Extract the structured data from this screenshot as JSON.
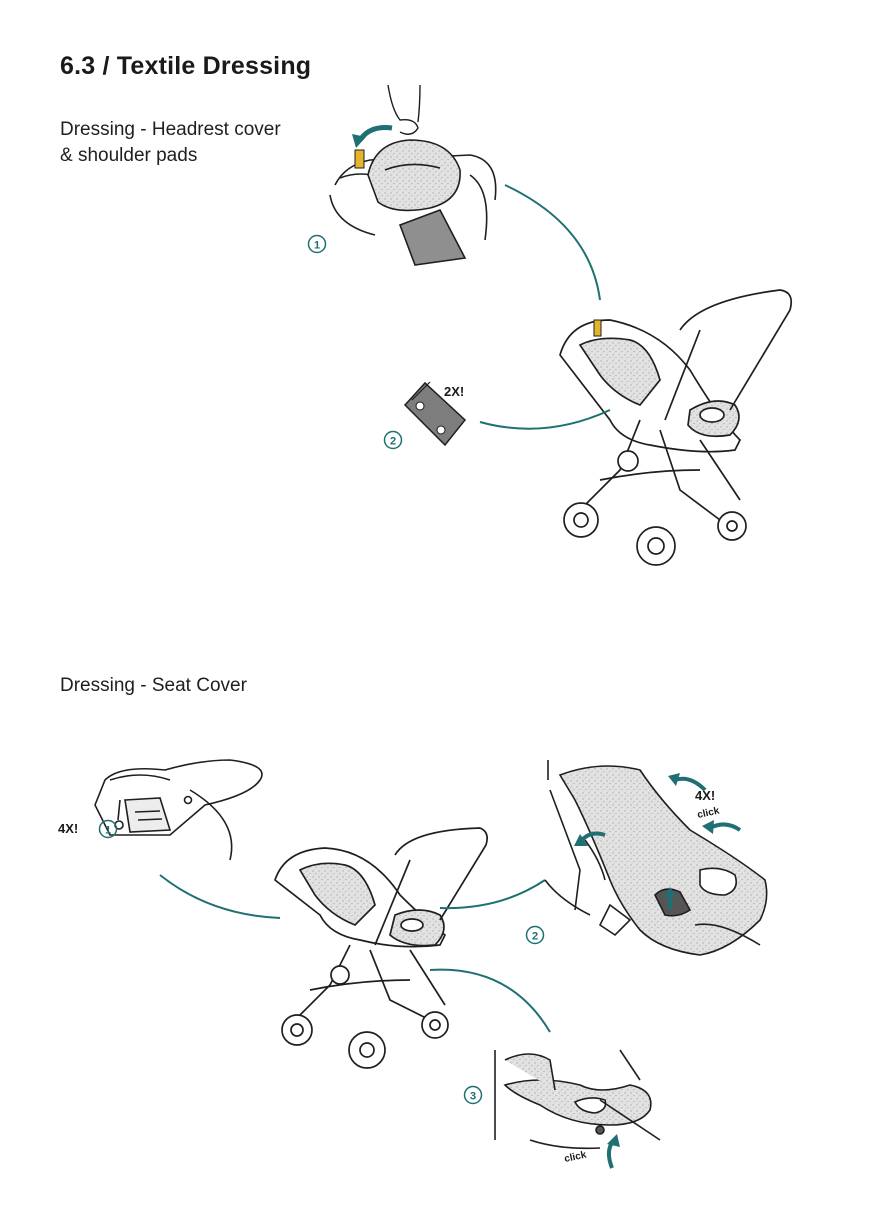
{
  "page_title": "6.3 / Textile Dressing",
  "section_headrest": {
    "title_line1": "Dressing - Headrest cover",
    "title_line2": "& shoulder pads",
    "steps": [
      "1",
      "2"
    ],
    "repeat_label": "2X!"
  },
  "section_seat": {
    "title": "Dressing - Seat Cover",
    "steps": [
      "1",
      "2",
      "3"
    ],
    "repeat_label_step1": "4X!",
    "repeat_label_step2": "4X!",
    "click_label_step2": "click",
    "click_label_step3": "click"
  },
  "colors": {
    "accent_teal": "#1f6f73",
    "clip_yellow": "#e3b52a",
    "fabric_grey": "#d6d6d6",
    "line": "#1f1f1f"
  }
}
